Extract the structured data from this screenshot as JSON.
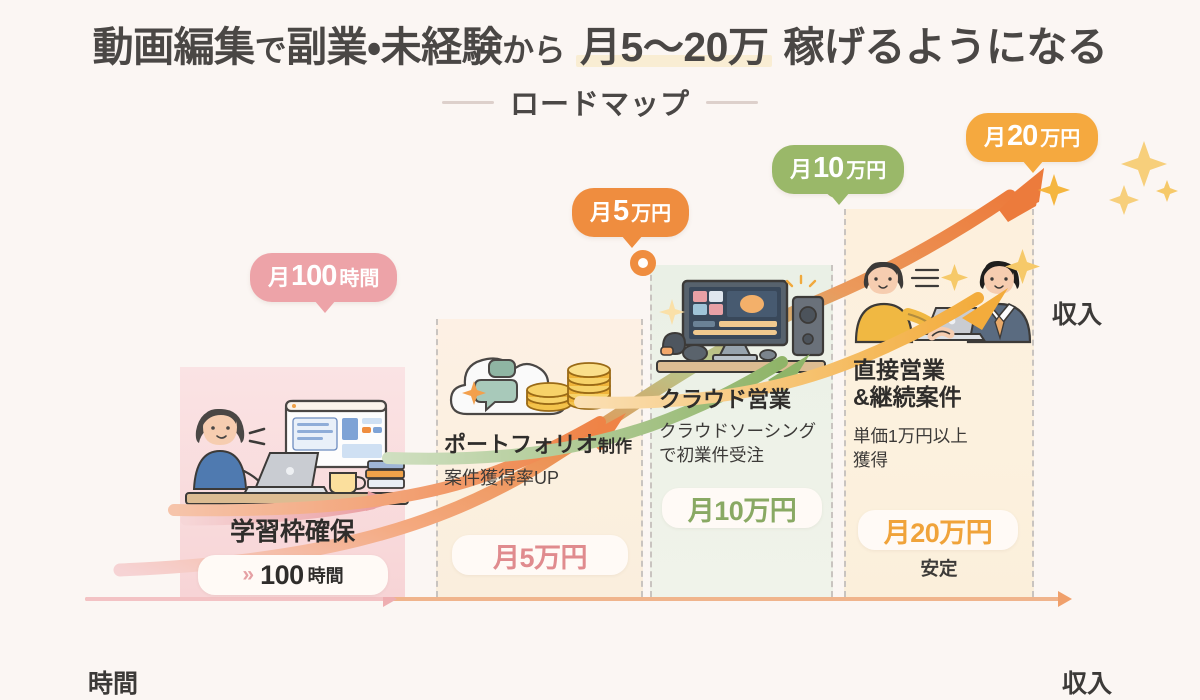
{
  "header": {
    "title_prefix": "動画編集",
    "title_part2": "で",
    "title_part3": "副業・未経験",
    "title_part4": "から",
    "title_highlight": "月5〜20万",
    "title_part5": "稼げるようになる",
    "subtitle": "ロードマップ"
  },
  "axes": {
    "x_left_label": "時間",
    "x_right_label": "収入",
    "y_top_label": "収入"
  },
  "colors": {
    "background": "#fbf6f3",
    "stage1": "#e8969b",
    "stage2": "#ef8d3f",
    "stage3": "#9ab869",
    "stage4": "#f5a93f",
    "title_text": "#4a4745",
    "highlight": "#f7e6b8",
    "dashed_border": "#c9c4c0"
  },
  "stages": [
    {
      "id": "stage-1",
      "badge": {
        "prefix": "月",
        "number": "100",
        "unit": "時間"
      },
      "title": "学習枠確保",
      "title_suffix": "",
      "sub": "",
      "chip": {
        "chevron": "»",
        "big": "100",
        "unit": "時間"
      },
      "chip_note": "",
      "illustration": "person-studying-at-desk-illustration"
    },
    {
      "id": "stage-2",
      "badge": {
        "prefix": "月",
        "number": "5",
        "unit": "万円"
      },
      "title": "ポートフォリオ",
      "title_suffix": "制作",
      "sub": "案件獲得率UP",
      "chip": {
        "chevron": "",
        "big": "月5万円",
        "unit": ""
      },
      "chip_note": "",
      "illustration": "cloud-coins-chat-illustration"
    },
    {
      "id": "stage-3",
      "badge": {
        "prefix": "月",
        "number": "10",
        "unit": "万円"
      },
      "title": "クラウド営業",
      "title_suffix": "",
      "sub": "クラウドソーシング\nで初業件受注",
      "chip": {
        "chevron": "",
        "big": "月10万円",
        "unit": ""
      },
      "chip_note": "",
      "illustration": "editing-monitor-speaker-desk-illustration"
    },
    {
      "id": "stage-4",
      "badge": {
        "prefix": "月",
        "number": "20",
        "unit": "万円"
      },
      "title": "直接営業\n&継続案件",
      "title_suffix": "",
      "sub": "単価1万円以上\n獲得",
      "chip": {
        "chevron": "",
        "big": "月20万円",
        "unit": ""
      },
      "chip_note": "安定",
      "illustration": "handshake-client-meeting-illustration"
    }
  ],
  "chart_data": {
    "type": "line",
    "title": "動画編集で副業・未経験から 月5〜20万 稼げるようになる ロードマップ",
    "xlabel": "時間",
    "ylabel": "収入",
    "categories": [
      "学習枠確保",
      "ポートフォリオ制作",
      "クラウド営業",
      "直接営業&継続案件"
    ],
    "x": [
      "月100時間",
      "月5万円",
      "月10万円",
      "月20万円"
    ],
    "values": [
      0,
      5,
      10,
      20
    ],
    "value_unit": "万円/月",
    "point_labels": [
      "月100時間",
      "月5万円",
      "月10万円",
      "月20万円"
    ],
    "annotations": [
      "学習枠確保 » 100時間",
      "ポートフォリオ制作 / 案件獲得率UP → 月5万円",
      "クラウド営業 / クラウドソーシングで初業件受注 → 月10万円",
      "直接営業&継続案件 / 単価1万円以上獲得 → 月20万円 安定"
    ],
    "grid": false,
    "legend": "none"
  }
}
